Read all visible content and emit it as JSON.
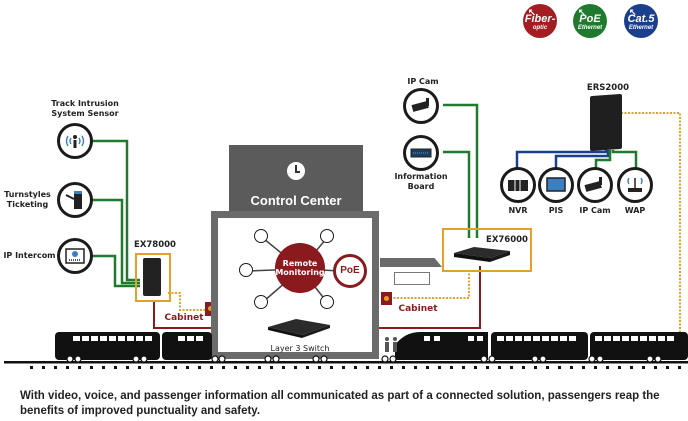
{
  "badges": [
    {
      "line1": "Fiber-",
      "line2": "optic",
      "icon": "arrow-icon",
      "color": "#a31d22"
    },
    {
      "line1": "PoE",
      "line2": "Ethernet",
      "icon": "arrow-icon",
      "color": "#1f7a2e"
    },
    {
      "line1": "Cat.5",
      "line2": "Ethernet",
      "icon": "arrow-icon",
      "color": "#1a3f8c"
    }
  ],
  "left_devices": [
    {
      "label_line1": "Track Intrusion",
      "label_line2": "System Sensor",
      "icon": "sensor-icon"
    },
    {
      "label_line1": "Turnstyles",
      "label_line2": "Ticketing",
      "icon": "turnstile-icon"
    },
    {
      "label_line1": "IP Intercom",
      "label_line2": "",
      "icon": "intercom-icon"
    }
  ],
  "switches": {
    "left": "EX78000",
    "right": "EX76000",
    "top_right": "ERS2000",
    "core": "Layer 3 Switch"
  },
  "cabinets": {
    "left": "Cabinet",
    "right": "Cabinet"
  },
  "control_center": {
    "title": "Control Center",
    "hub": {
      "line1": "Remote",
      "line2": "Monitoring"
    },
    "poe": "PoE"
  },
  "right_devices": [
    {
      "label_line1": "IP Cam",
      "label_line2": "",
      "icon": "camera-icon"
    },
    {
      "label_line1": "Information",
      "label_line2": "Board",
      "icon": "info-board-icon"
    }
  ],
  "ers_devices": [
    {
      "label": "NVR",
      "icon": "nvr-icon"
    },
    {
      "label": "PIS",
      "icon": "display-icon"
    },
    {
      "label": "IP Cam",
      "icon": "camera-icon"
    },
    {
      "label": "WAP",
      "icon": "wireless-ap-icon"
    }
  ],
  "colors": {
    "fiber": "#8b1a1f",
    "poe": "#1f7a2e",
    "cat5": "#1a3f8c",
    "orange": "#e3a127",
    "building": "#5b5b5b"
  },
  "caption": "With video, voice, and passenger information all communicated as part of a connected solution, passengers reap the benefits of improved punctuality and safety."
}
